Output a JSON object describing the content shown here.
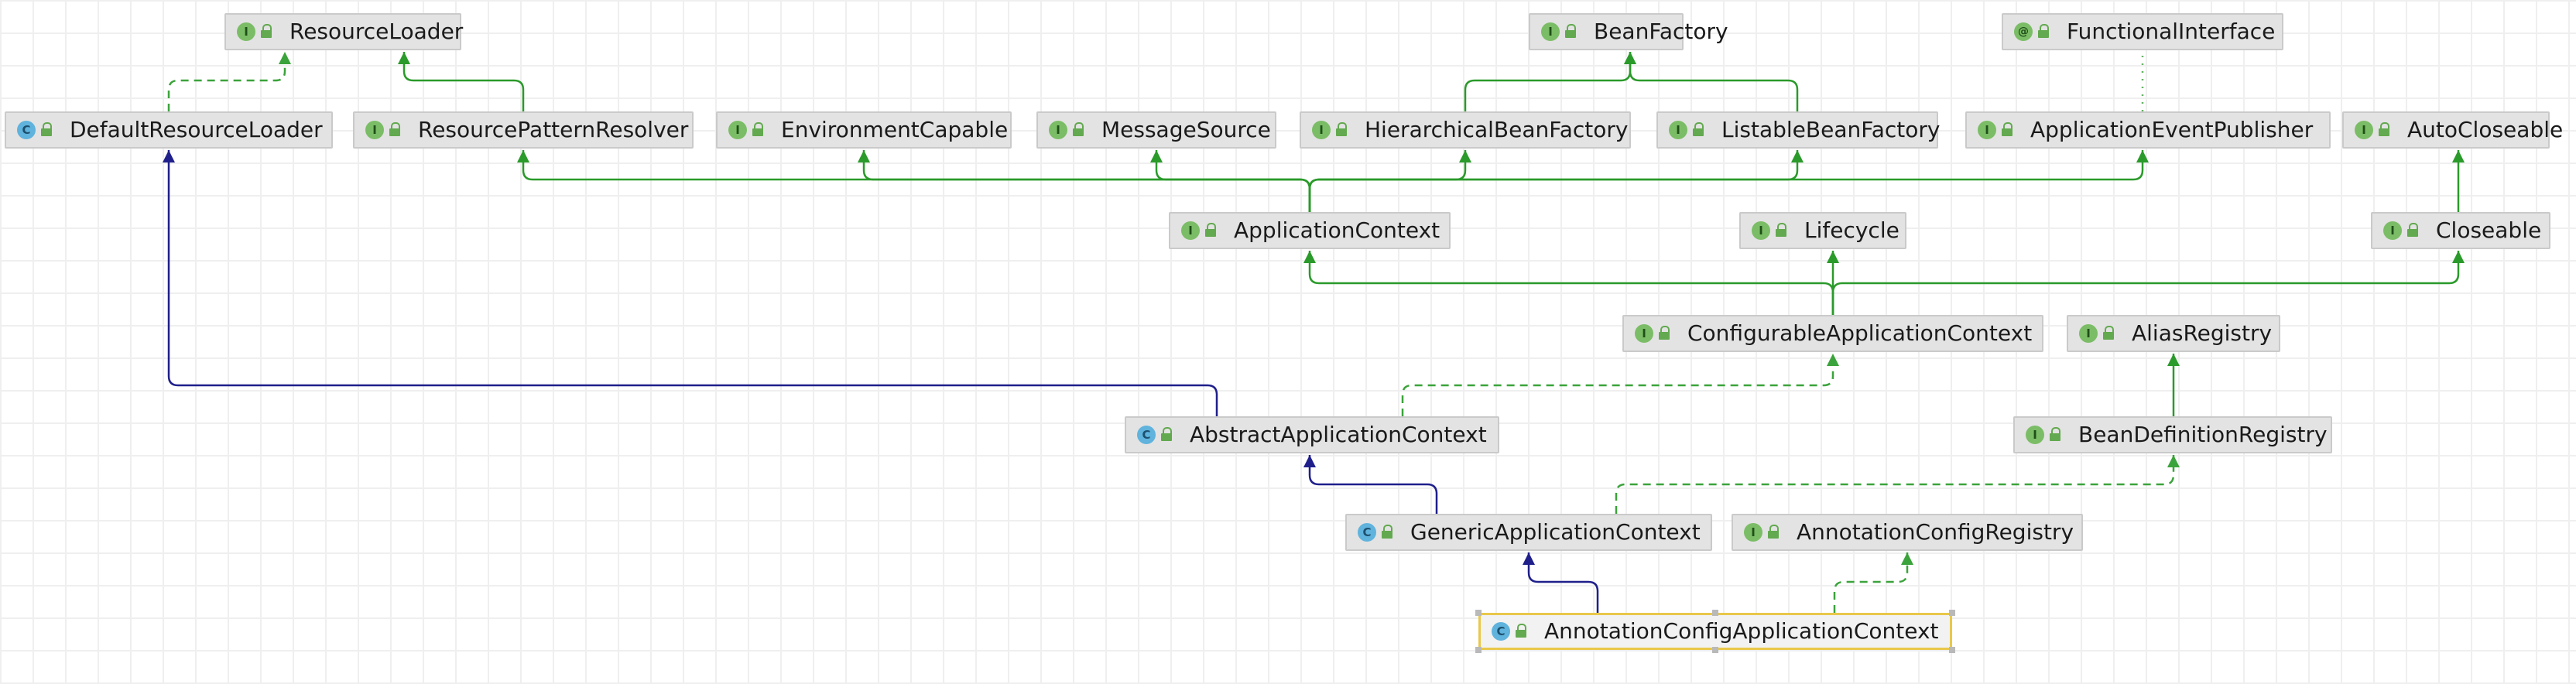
{
  "diagram": {
    "nodes": [
      {
        "id": "ResourceLoader",
        "label": "ResourceLoader",
        "kind": "interface",
        "badge": "I"
      },
      {
        "id": "BeanFactory",
        "label": "BeanFactory",
        "kind": "interface",
        "badge": "I"
      },
      {
        "id": "FunctionalInterface",
        "label": "FunctionalInterface",
        "kind": "annotation",
        "badge": "@"
      },
      {
        "id": "DefaultResourceLoader",
        "label": "DefaultResourceLoader",
        "kind": "class",
        "badge": "C"
      },
      {
        "id": "ResourcePatternResolver",
        "label": "ResourcePatternResolver",
        "kind": "interface",
        "badge": "I"
      },
      {
        "id": "EnvironmentCapable",
        "label": "EnvironmentCapable",
        "kind": "interface",
        "badge": "I"
      },
      {
        "id": "MessageSource",
        "label": "MessageSource",
        "kind": "interface",
        "badge": "I"
      },
      {
        "id": "HierarchicalBeanFactory",
        "label": "HierarchicalBeanFactory",
        "kind": "interface",
        "badge": "I"
      },
      {
        "id": "ListableBeanFactory",
        "label": "ListableBeanFactory",
        "kind": "interface",
        "badge": "I"
      },
      {
        "id": "ApplicationEventPublisher",
        "label": "ApplicationEventPublisher",
        "kind": "interface",
        "badge": "I"
      },
      {
        "id": "AutoCloseable",
        "label": "AutoCloseable",
        "kind": "interface",
        "badge": "I"
      },
      {
        "id": "ApplicationContext",
        "label": "ApplicationContext",
        "kind": "interface",
        "badge": "I"
      },
      {
        "id": "Lifecycle",
        "label": "Lifecycle",
        "kind": "interface",
        "badge": "I"
      },
      {
        "id": "Closeable",
        "label": "Closeable",
        "kind": "interface",
        "badge": "I"
      },
      {
        "id": "ConfigurableApplicationContext",
        "label": "ConfigurableApplicationContext",
        "kind": "interface",
        "badge": "I"
      },
      {
        "id": "AliasRegistry",
        "label": "AliasRegistry",
        "kind": "interface",
        "badge": "I"
      },
      {
        "id": "AbstractApplicationContext",
        "label": "AbstractApplicationContext",
        "kind": "class",
        "badge": "C"
      },
      {
        "id": "BeanDefinitionRegistry",
        "label": "BeanDefinitionRegistry",
        "kind": "interface",
        "badge": "I"
      },
      {
        "id": "GenericApplicationContext",
        "label": "GenericApplicationContext",
        "kind": "class",
        "badge": "C"
      },
      {
        "id": "AnnotationConfigRegistry",
        "label": "AnnotationConfigRegistry",
        "kind": "interface",
        "badge": "I"
      },
      {
        "id": "AnnotationConfigApplicationContext",
        "label": "AnnotationConfigApplicationContext",
        "kind": "class",
        "badge": "C",
        "selected": true
      }
    ],
    "edges": [
      {
        "from": "DefaultResourceLoader",
        "to": "ResourceLoader",
        "type": "implements"
      },
      {
        "from": "ResourcePatternResolver",
        "to": "ResourceLoader",
        "type": "extends-interface"
      },
      {
        "from": "HierarchicalBeanFactory",
        "to": "BeanFactory",
        "type": "extends-interface"
      },
      {
        "from": "ListableBeanFactory",
        "to": "BeanFactory",
        "type": "extends-interface"
      },
      {
        "from": "ApplicationEventPublisher",
        "to": "FunctionalInterface",
        "type": "annotated"
      },
      {
        "from": "ApplicationContext",
        "to": "ResourcePatternResolver",
        "type": "extends-interface"
      },
      {
        "from": "ApplicationContext",
        "to": "EnvironmentCapable",
        "type": "extends-interface"
      },
      {
        "from": "ApplicationContext",
        "to": "MessageSource",
        "type": "extends-interface"
      },
      {
        "from": "ApplicationContext",
        "to": "HierarchicalBeanFactory",
        "type": "extends-interface"
      },
      {
        "from": "ApplicationContext",
        "to": "ListableBeanFactory",
        "type": "extends-interface"
      },
      {
        "from": "ApplicationContext",
        "to": "ApplicationEventPublisher",
        "type": "extends-interface"
      },
      {
        "from": "Closeable",
        "to": "AutoCloseable",
        "type": "extends-interface"
      },
      {
        "from": "ConfigurableApplicationContext",
        "to": "ApplicationContext",
        "type": "extends-interface"
      },
      {
        "from": "ConfigurableApplicationContext",
        "to": "Lifecycle",
        "type": "extends-interface"
      },
      {
        "from": "ConfigurableApplicationContext",
        "to": "Closeable",
        "type": "extends-interface"
      },
      {
        "from": "AbstractApplicationContext",
        "to": "DefaultResourceLoader",
        "type": "extends-class"
      },
      {
        "from": "AbstractApplicationContext",
        "to": "ConfigurableApplicationContext",
        "type": "implements"
      },
      {
        "from": "BeanDefinitionRegistry",
        "to": "AliasRegistry",
        "type": "extends-interface"
      },
      {
        "from": "GenericApplicationContext",
        "to": "AbstractApplicationContext",
        "type": "extends-class"
      },
      {
        "from": "GenericApplicationContext",
        "to": "BeanDefinitionRegistry",
        "type": "implements"
      },
      {
        "from": "AnnotationConfigApplicationContext",
        "to": "GenericApplicationContext",
        "type": "extends-class"
      },
      {
        "from": "AnnotationConfigApplicationContext",
        "to": "AnnotationConfigRegistry",
        "type": "implements"
      }
    ],
    "colors": {
      "extends_interface": "#2a9a2a",
      "implements": "#3ba33b",
      "extends_class": "#1f1f8c",
      "annotated": "#64b464",
      "node_fill": "#e3e3e3",
      "selected_border": "#e9c84a"
    }
  }
}
